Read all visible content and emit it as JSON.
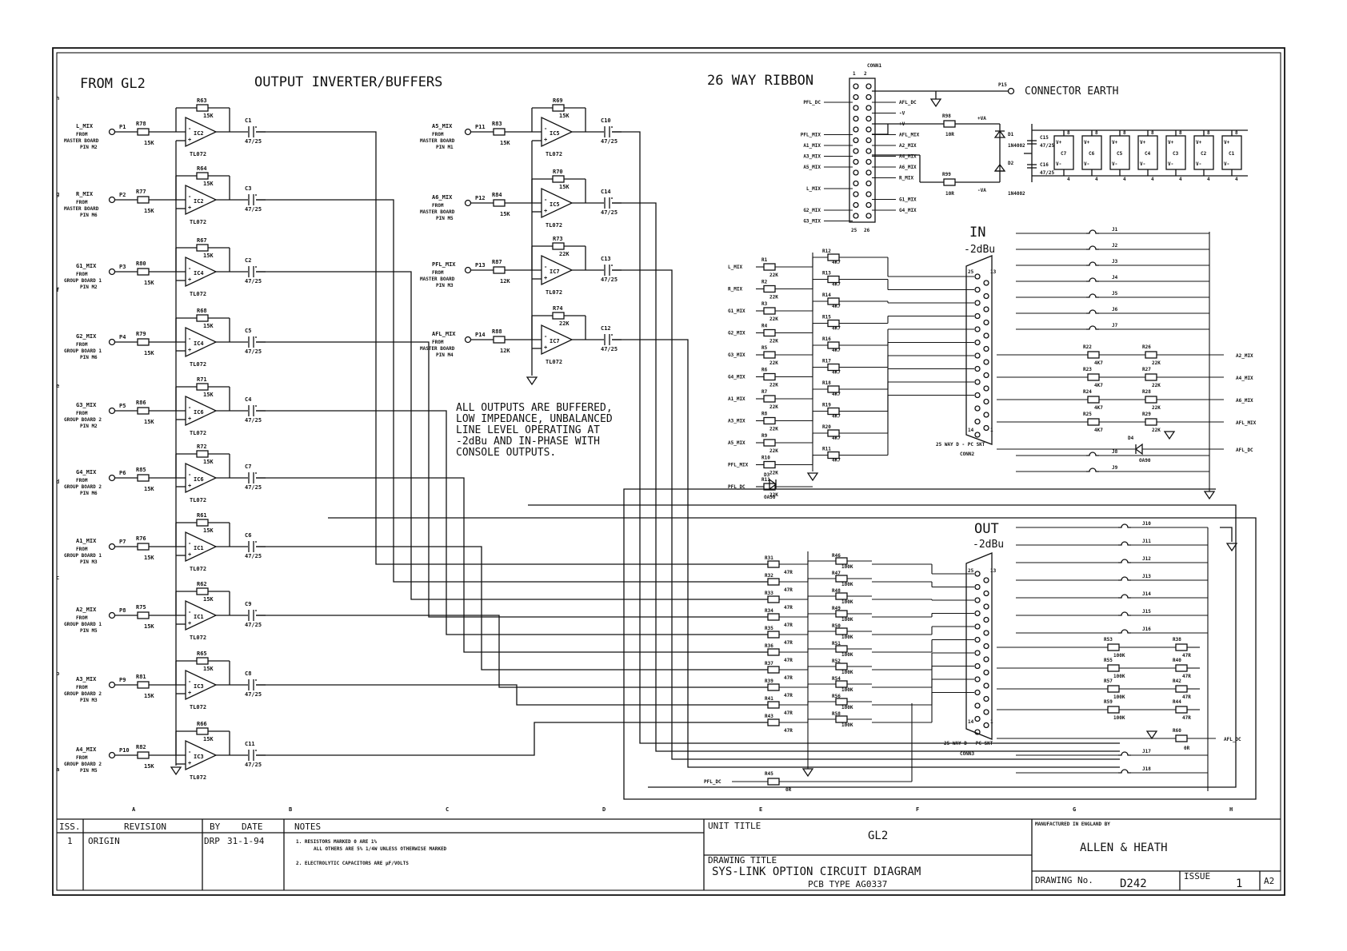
{
  "headings": {
    "from_gl2": "FROM GL2",
    "output_inverter": "OUTPUT INVERTER/BUFFERS",
    "ribbon": "26 WAY RIBBON",
    "connector_earth": "CONNECTOR EARTH",
    "in_title": "IN",
    "in_level": "-2dBu",
    "out_title": "OUT",
    "out_level": "-2dBu"
  },
  "note_block": [
    "ALL OUTPUTS ARE BUFFERED,",
    "LOW IMPEDANCE, UNBALANCED",
    "LINE LEVEL OPERATING AT",
    "-2dBu AND IN-PHASE WITH",
    "CONSOLE OUTPUTS."
  ],
  "left_buffers": [
    {
      "sig": "L_MIX",
      "src1": "FROM",
      "src2": "MASTER BOARD",
      "src3": "PIN M2",
      "p": "P1",
      "rin": "R78",
      "rin_v": "15K",
      "rf": "R63",
      "rf_v": "15K",
      "ic": "IC2",
      "type": "TL072",
      "c": "C1",
      "c_v": "47/25"
    },
    {
      "sig": "R_MIX",
      "src1": "FROM",
      "src2": "MASTER BOARD",
      "src3": "PIN M6",
      "p": "P2",
      "rin": "R77",
      "rin_v": "15K",
      "rf": "R64",
      "rf_v": "15K",
      "ic": "IC2",
      "type": "TL072",
      "c": "C3",
      "c_v": "47/25"
    },
    {
      "sig": "G1_MIX",
      "src1": "FROM",
      "src2": "GROUP BOARD 1",
      "src3": "PIN M2",
      "p": "P3",
      "rin": "R80",
      "rin_v": "15K",
      "rf": "R67",
      "rf_v": "15K",
      "ic": "IC4",
      "type": "TL072",
      "c": "C2",
      "c_v": "47/25"
    },
    {
      "sig": "G2_MIX",
      "src1": "FROM",
      "src2": "GROUP BOARD 1",
      "src3": "PIN M6",
      "p": "P4",
      "rin": "R79",
      "rin_v": "15K",
      "rf": "R68",
      "rf_v": "15K",
      "ic": "IC4",
      "type": "TL072",
      "c": "C5",
      "c_v": "47/25"
    },
    {
      "sig": "G3_MIX",
      "src1": "FROM",
      "src2": "GROUP BOARD 2",
      "src3": "PIN M2",
      "p": "P5",
      "rin": "R86",
      "rin_v": "15K",
      "rf": "R71",
      "rf_v": "15K",
      "ic": "IC6",
      "type": "TL072",
      "c": "C4",
      "c_v": "47/25"
    },
    {
      "sig": "G4_MIX",
      "src1": "FROM",
      "src2": "GROUP BOARD 2",
      "src3": "PIN M6",
      "p": "P6",
      "rin": "R85",
      "rin_v": "15K",
      "rf": "R72",
      "rf_v": "15K",
      "ic": "IC6",
      "type": "TL072",
      "c": "C7",
      "c_v": "47/25"
    },
    {
      "sig": "A1_MIX",
      "src1": "FROM",
      "src2": "GROUP BOARD 1",
      "src3": "PIN M3",
      "p": "P7",
      "rin": "R76",
      "rin_v": "15K",
      "rf": "R61",
      "rf_v": "15K",
      "ic": "IC1",
      "type": "TL072",
      "c": "C6",
      "c_v": "47/25"
    },
    {
      "sig": "A2_MIX",
      "src1": "FROM",
      "src2": "GROUP BOARD 1",
      "src3": "PIN M5",
      "p": "P8",
      "rin": "R75",
      "rin_v": "15K",
      "rf": "R62",
      "rf_v": "15K",
      "ic": "IC1",
      "type": "TL072",
      "c": "C9",
      "c_v": "47/25"
    },
    {
      "sig": "A3_MIX",
      "src1": "FROM",
      "src2": "GROUP BOARD 2",
      "src3": "PIN M3",
      "p": "P9",
      "rin": "R81",
      "rin_v": "15K",
      "rf": "R65",
      "rf_v": "15K",
      "ic": "IC3",
      "type": "TL072",
      "c": "C8",
      "c_v": "47/25"
    },
    {
      "sig": "A4_MIX",
      "src1": "FROM",
      "src2": "GROUP BOARD 2",
      "src3": "PIN M5",
      "p": "P10",
      "rin": "R82",
      "rin_v": "15K",
      "rf": "R66",
      "rf_v": "15K",
      "ic": "IC3",
      "type": "TL072",
      "c": "C11",
      "c_v": "47/25"
    }
  ],
  "mid_buffers": [
    {
      "sig": "A5_MIX",
      "src1": "FROM",
      "src2": "MASTER BOARD",
      "src3": "PIN M1",
      "p": "P11",
      "rin": "R83",
      "rin_v": "15K",
      "rf": "R69",
      "rf_v": "15K",
      "ic": "IC5",
      "type": "TL072",
      "c": "C10",
      "c_v": "47/25"
    },
    {
      "sig": "A6_MIX",
      "src1": "FROM",
      "src2": "MASTER BOARD",
      "src3": "PIN M5",
      "p": "P12",
      "rin": "R84",
      "rin_v": "15K",
      "rf": "R70",
      "rf_v": "15K",
      "ic": "IC5",
      "type": "TL072",
      "c": "C14",
      "c_v": "47/25"
    },
    {
      "sig": "PFL_MIX",
      "src1": "FROM",
      "src2": "MASTER BOARD",
      "src3": "PIN M3",
      "p": "P13",
      "rin": "R87",
      "rin_v": "12K",
      "rf": "R73",
      "rf_v": "22K",
      "ic": "IC7",
      "type": "TL072",
      "c": "C13",
      "c_v": "47/25"
    },
    {
      "sig": "AFL_MIX",
      "src1": "FROM",
      "src2": "MASTER BOARD",
      "src3": "PIN M4",
      "p": "P14",
      "rin": "R88",
      "rin_v": "12K",
      "rf": "R74",
      "rf_v": "22K",
      "ic": "IC7",
      "type": "TL072",
      "c": "C12",
      "c_v": "47/25"
    }
  ],
  "ribbon": {
    "conn": "CONN1",
    "pins_top": [
      "1",
      "2"
    ],
    "pins_bottom": [
      "25",
      "26"
    ],
    "left": [
      "PFL_DC",
      "",
      "",
      "PFL_MIX",
      "A1_MIX",
      "A3_MIX",
      "A5_MIX",
      "",
      "L_MIX",
      "",
      "G2_MIX",
      "G3_MIX"
    ],
    "right": [
      "AFL_DC",
      "-V",
      "+V",
      "AFL_MIX",
      "A2_MIX",
      "A4_MIX",
      "A6_MIX",
      "R_MIX",
      "",
      "G1_MIX",
      "G4_MIX",
      ""
    ]
  },
  "supply": {
    "p15": "P15",
    "r98": "R98",
    "r98_v": "10R",
    "r99": "R99",
    "r99_v": "10R",
    "pos": "+VA",
    "neg": "-VA",
    "d1": "D1",
    "d2": "D2",
    "diode": "1N4002",
    "c15": "C15",
    "c16": "C16",
    "cap_v": "47/25",
    "decouple": [
      "C7",
      "C6",
      "C5",
      "C4",
      "C3",
      "C2",
      "C1"
    ],
    "vp": "V+",
    "vn": "V-",
    "pin8": "8",
    "pin4": "4"
  },
  "in_section": {
    "conn": "CONN2",
    "conn_desc": "25 WAY D - PC SKT",
    "pin_top": "13",
    "pin_top2": "25",
    "pin_bot": "14",
    "pin_bot2": "1",
    "rows": [
      {
        "sig": "L_MIX",
        "r": "R1",
        "rv": "22K",
        "rs": "R12",
        "rsv": "4K7"
      },
      {
        "sig": "R_MIX",
        "r": "R2",
        "rv": "22K",
        "rs": "R13",
        "rsv": "4K7"
      },
      {
        "sig": "G1_MIX",
        "r": "R3",
        "rv": "22K",
        "rs": "R14",
        "rsv": "4K7"
      },
      {
        "sig": "G2_MIX",
        "r": "R4",
        "rv": "22K",
        "rs": "R15",
        "rsv": "4K7"
      },
      {
        "sig": "G3_MIX",
        "r": "R5",
        "rv": "22K",
        "rs": "R16",
        "rsv": "4K7"
      },
      {
        "sig": "G4_MIX",
        "r": "R6",
        "rv": "22K",
        "rs": "R17",
        "rsv": "4K7"
      },
      {
        "sig": "A1_MIX",
        "r": "R7",
        "rv": "22K",
        "rs": "R18",
        "rsv": "4K7"
      },
      {
        "sig": "A3_MIX",
        "r": "R8",
        "rv": "22K",
        "rs": "R19",
        "rsv": "4K7"
      },
      {
        "sig": "A5_MIX",
        "r": "R9",
        "rv": "22K",
        "rs": "R20",
        "rsv": "4K7"
      },
      {
        "sig": "PFL_MIX",
        "r": "R10",
        "rv": "22K",
        "rs": "R11",
        "rsv": "4K7"
      },
      {
        "sig": "PFL_DC",
        "r": "R11",
        "rv": "22K",
        "rs": "",
        "rsv": ""
      }
    ],
    "d3": "D3",
    "d_type": "OA90",
    "d4": "D4",
    "jumpers": [
      "J1",
      "J2",
      "J3",
      "J4",
      "J5",
      "J6",
      "J7",
      "J8",
      "J9"
    ],
    "right_rows": [
      {
        "r1": "R22",
        "r1v": "4K7",
        "r2": "R26",
        "r2v": "22K",
        "sig": "A2_MIX"
      },
      {
        "r1": "R23",
        "r1v": "4K7",
        "r2": "R27",
        "r2v": "22K",
        "sig": "A4_MIX"
      },
      {
        "r1": "R24",
        "r1v": "4K7",
        "r2": "R28",
        "r2v": "22K",
        "sig": "A6_MIX"
      },
      {
        "r1": "R25",
        "r1v": "4K7",
        "r2": "R29",
        "r2v": "22K",
        "sig": "AFL_MIX"
      }
    ],
    "afl_dc": "AFL_DC"
  },
  "out_section": {
    "conn": "CONN3",
    "conn_desc": "25 WAY D - PC SKT",
    "pin_top": "13",
    "pin_top2": "25",
    "pin_bot": "14",
    "pin_bot2": "1",
    "left_rows": [
      {
        "r": "R31",
        "rv": "47R",
        "rs": "R46",
        "rsv": "100K"
      },
      {
        "r": "R32",
        "rv": "47R",
        "rs": "R47",
        "rsv": "100K"
      },
      {
        "r": "R33",
        "rv": "47R",
        "rs": "R48",
        "rsv": "100K"
      },
      {
        "r": "R34",
        "rv": "47R",
        "rs": "R49",
        "rsv": "100K"
      },
      {
        "r": "R35",
        "rv": "47R",
        "rs": "R50",
        "rsv": "100K"
      },
      {
        "r": "R36",
        "rv": "47R",
        "rs": "R51",
        "rsv": "100K"
      },
      {
        "r": "R37",
        "rv": "47R",
        "rs": "R52",
        "rsv": "100K"
      },
      {
        "r": "R39",
        "rv": "47R",
        "rs": "R54",
        "rsv": "100K"
      },
      {
        "r": "R41",
        "rv": "47R",
        "rs": "R56",
        "rsv": "100K"
      },
      {
        "r": "R43",
        "rv": "47R",
        "rs": "R58",
        "rsv": "100K"
      }
    ],
    "pfl_dc": "PFL_DC",
    "r45": "R45",
    "r45v": "0R",
    "jumpers": [
      "J10",
      "J11",
      "J12",
      "J13",
      "J14",
      "J15",
      "J16",
      "J17",
      "J18"
    ],
    "right_rows": [
      {
        "r1": "R53",
        "r1v": "100K",
        "r2": "R38",
        "r2v": "47R"
      },
      {
        "r1": "R55",
        "r1v": "100K",
        "r2": "R40",
        "r2v": "47R"
      },
      {
        "r1": "R57",
        "r1v": "100K",
        "r2": "R42",
        "r2v": "47R"
      },
      {
        "r1": "R59",
        "r1v": "100K",
        "r2": "R44",
        "r2v": "47R"
      }
    ],
    "r60": "R60",
    "r60v": "0R",
    "afl_dc": "AFL_DC"
  },
  "border": {
    "rows": [
      "h",
      "g",
      "f",
      "e",
      "d",
      "c",
      "b",
      "a"
    ],
    "cols": [
      "A",
      "B",
      "C",
      "D",
      "E",
      "F",
      "G",
      "H"
    ]
  },
  "title_block": {
    "iss_h": "ISS.",
    "rev_h": "REVISION",
    "by_h": "BY",
    "date_h": "DATE",
    "notes_h": "NOTES",
    "iss": "1",
    "rev": "ORIGIN",
    "by": "DRP",
    "date": "31-1-94",
    "note1a": "1.  RESISTORS MARKED 0 ARE 1%",
    "note1b": "ALL OTHERS ARE 5% 1/4W UNLESS OTHERWISE MARKED",
    "note2": "2.  ELECTROLYTIC CAPACITORS ARE µF/VOLTS",
    "unit_title_h": "UNIT TITLE",
    "unit_title": "GL2",
    "drawing_title_h": "DRAWING TITLE",
    "drawing_title": "SYS-LINK OPTION CIRCUIT DIAGRAM",
    "pcb": "PCB TYPE AG0337",
    "made": "MANUFACTURED IN ENGLAND BY",
    "company": "ALLEN & HEATH",
    "dwg_no_h": "DRAWING No.",
    "dwg_no": "D242",
    "issue_h": "ISSUE",
    "issue": "1",
    "size": "A2"
  }
}
